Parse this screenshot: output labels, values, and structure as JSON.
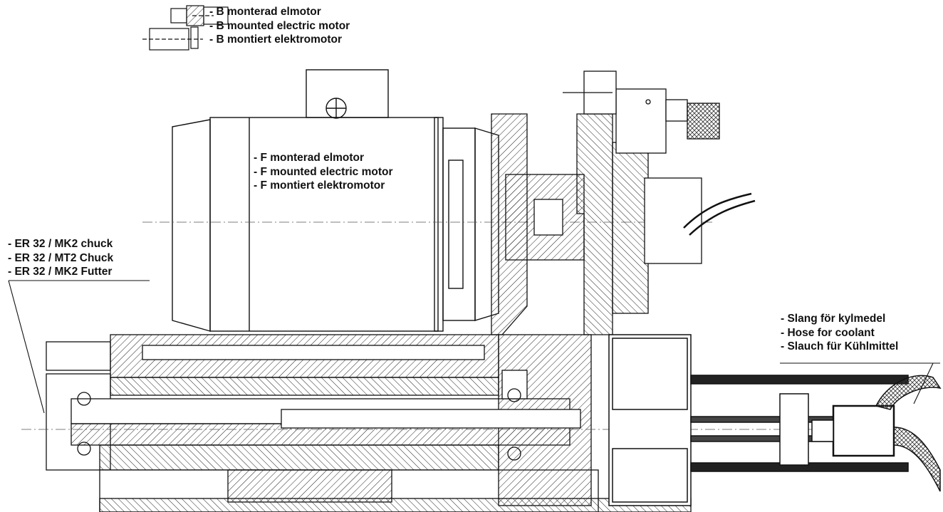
{
  "labels": {
    "motor_b": [
      "- B monterad elmotor",
      "- B mounted electric motor",
      "- B montiert elektromotor"
    ],
    "motor_f": [
      "- F monterad elmotor",
      "- F mounted electric motor",
      "- F montiert elektromotor"
    ],
    "chuck": [
      "- ER 32 / MK2 chuck",
      "- ER 32 / MT2 Chuck",
      "- ER 32 / MK2 Futter"
    ],
    "hose": [
      "- Slang för kylmedel",
      "- Hose for coolant",
      "- Slauch für Kühlmittel"
    ]
  },
  "colors": {
    "ink": "#111111",
    "background": "#ffffff"
  }
}
